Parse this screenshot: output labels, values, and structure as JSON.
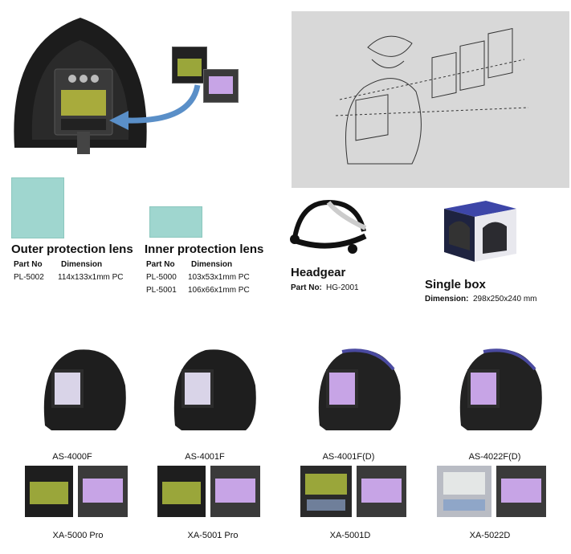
{
  "outer_lens": {
    "title": "Outer protection lens",
    "part_no_label": "Part No",
    "dimension_label": "Dimension",
    "part_no": "PL-5002",
    "dimension": "114x133x1mm PC"
  },
  "inner_lens": {
    "title": "Inner protection lens",
    "part_no_label": "Part No",
    "dimension_label": "Dimension",
    "rows": [
      {
        "part_no": "PL-5000",
        "dimension": "103x53x1mm PC"
      },
      {
        "part_no": "PL-5001",
        "dimension": "106x66x1mm PC"
      }
    ]
  },
  "headgear": {
    "title": "Headgear",
    "part_label": "Part No:",
    "part_no": "HG-2001"
  },
  "single_box": {
    "title": "Single box",
    "dim_label": "Dimension:",
    "dimension": "298x250x240 mm"
  },
  "helmets": [
    "AS-4000F",
    "AS-4001F",
    "AS-4001F(D)",
    "AS-4022F(D)"
  ],
  "filters": [
    "XA-5000 Pro",
    "XA-5001 Pro",
    "XA-5001D",
    "XA-5022D"
  ],
  "colors": {
    "lens_teal": "#9fd6cf",
    "filter_green": "#9aa63a",
    "filter_purple": "#c7a4e6",
    "diagram_bg": "#d8d8d8",
    "arrow_blue": "#5a8fc8"
  }
}
